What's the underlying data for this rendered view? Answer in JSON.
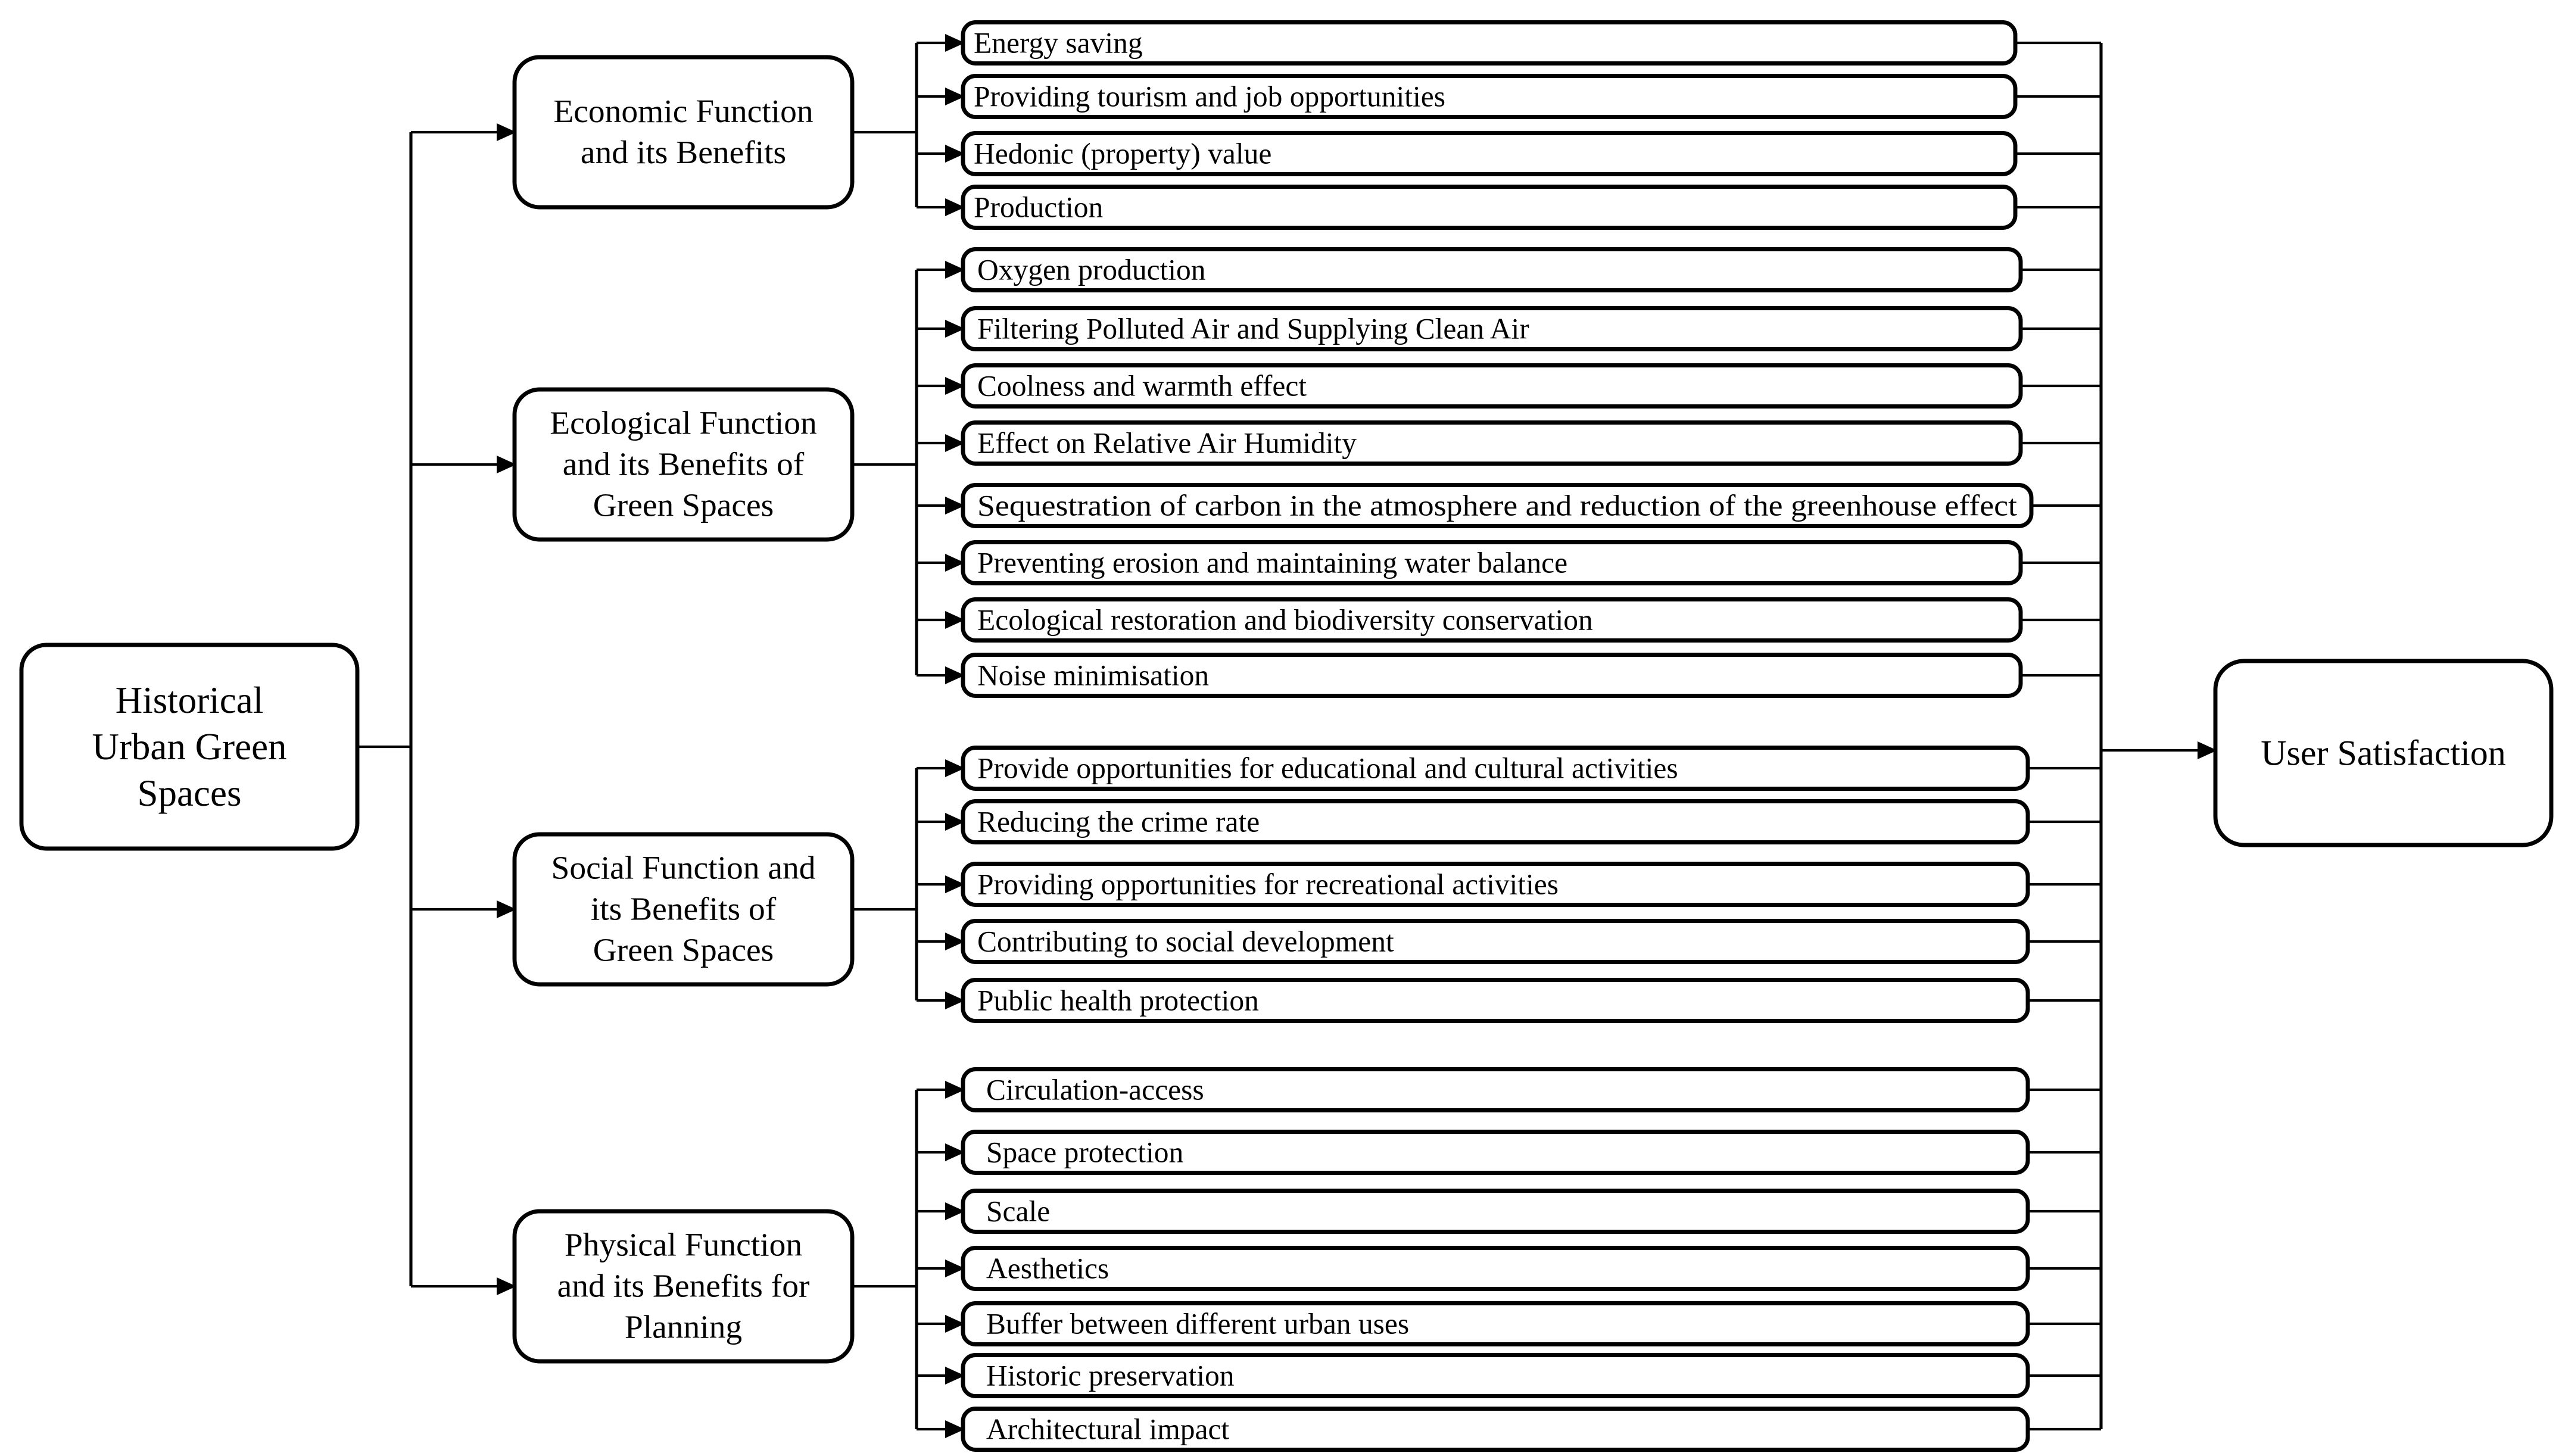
{
  "diagram": {
    "title": "Historical Urban Green Spaces functions hierarchy",
    "colors": {
      "stroke": "#000000",
      "box_fill": "#ffffff",
      "background": "#ffffff"
    },
    "root": {
      "label": "Historical Urban Green Spaces"
    },
    "sink": {
      "label": "User Satisfaction"
    },
    "groups": [
      {
        "id": "economic",
        "label": "Economic Function and its Benefits",
        "items": [
          "Energy saving",
          "Providing tourism and job opportunities",
          "Hedonic (property) value",
          "Production"
        ]
      },
      {
        "id": "ecological",
        "label": "Ecological Function and its Benefits of Green Spaces",
        "items": [
          "Oxygen production",
          "Filtering Polluted Air and Supplying Clean Air",
          "Coolness and warmth effect",
          "Effect on Relative Air Humidity",
          "Sequestration of carbon in the atmosphere and reduction of the greenhouse effect",
          "Preventing erosion and maintaining water balance",
          "Ecological restoration and biodiversity conservation",
          "Noise minimisation"
        ]
      },
      {
        "id": "social",
        "label": "Social Function and its Benefits of Green Spaces",
        "items": [
          "Provide opportunities for educational and cultural activities",
          "Reducing the crime rate",
          "Providing opportunities for recreational activities",
          "Contributing to social development",
          "Public health protection"
        ]
      },
      {
        "id": "physical",
        "label": "Physical Function and its Benefits for Planning",
        "items": [
          "Circulation-access",
          "Space protection",
          "Scale",
          "Aesthetics",
          "Buffer between different urban uses",
          "Historic preservation",
          "Architectural impact"
        ]
      }
    ]
  }
}
